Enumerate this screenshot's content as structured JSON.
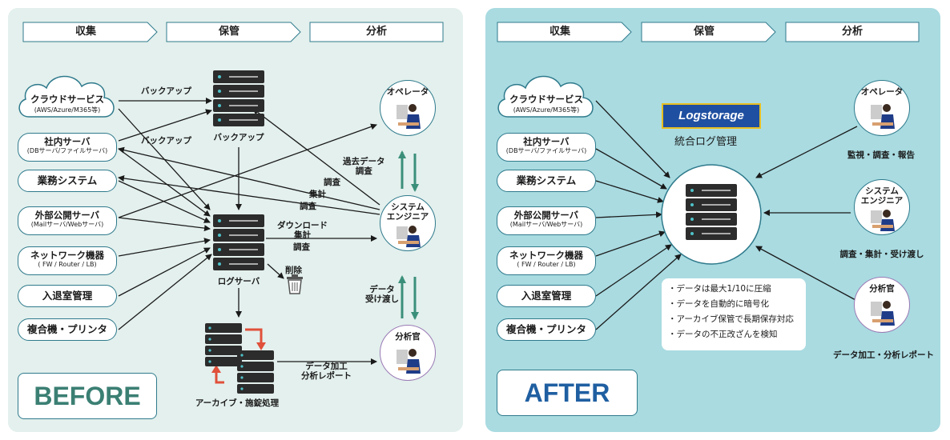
{
  "before": {
    "badge": "BEFORE",
    "steps": [
      "収集",
      "保管",
      "分析"
    ],
    "cloud": {
      "title": "クラウドサービス",
      "sub": "(AWS/Azure/M365等)"
    },
    "sources": [
      {
        "title": "社内サーバ",
        "sub": "(DBサーバ/ファイルサーバ)"
      },
      {
        "title": "業務システム",
        "sub": ""
      },
      {
        "title": "外部公開サーバ",
        "sub": "(Mailサーバ/Webサーバ)"
      },
      {
        "title": "ネットワーク機器",
        "sub": "( FW / Router / LB)"
      },
      {
        "title": "入退室管理",
        "sub": ""
      },
      {
        "title": "複合機・プリンタ",
        "sub": ""
      }
    ],
    "backup_server": "バックアップ",
    "log_server": "ログサーバ",
    "archive": "アーカイブ・施錠処理",
    "delete": "削除",
    "roles": [
      "オペレータ",
      "システム\nエンジニア",
      "分析官"
    ],
    "edge_labels": {
      "backup1": "バックアップ",
      "backup2": "バックアップ",
      "past_data": "過去データ\n調査",
      "survey1": "調査",
      "aggregate1": "集計",
      "survey2": "調査",
      "download": "ダウンロード\n集計",
      "survey3": "調査",
      "data_handover": "データ\n受け渡し",
      "data_process": "データ加工\n分析レポート"
    }
  },
  "after": {
    "badge": "AFTER",
    "steps": [
      "収集",
      "保管",
      "分析"
    ],
    "cloud": {
      "title": "クラウドサービス",
      "sub": "(AWS/Azure/M365等)"
    },
    "sources": [
      {
        "title": "社内サーバ",
        "sub": "(DBサーバ/ファイルサーバ)"
      },
      {
        "title": "業務システム",
        "sub": ""
      },
      {
        "title": "外部公開サーバ",
        "sub": "(Mailサーバ/Webサーバ)"
      },
      {
        "title": "ネットワーク機器",
        "sub": "( FW / Router / LB)"
      },
      {
        "title": "入退室管理",
        "sub": ""
      },
      {
        "title": "複合機・プリンタ",
        "sub": ""
      }
    ],
    "logo": "Logstorage",
    "center_title": "統合ログ管理",
    "roles": [
      {
        "name": "オペレータ",
        "caption": "監視・調査・報告"
      },
      {
        "name": "システム\nエンジニア",
        "caption": "調査・集計・受け渡し"
      },
      {
        "name": "分析官",
        "caption": "データ加工・分析レポート"
      }
    ],
    "features": [
      "・データは最大1/10に圧縮",
      "・データを自動的に暗号化",
      "・アーカイブ保管で長期保存対応",
      "・データの不正改ざんを検知"
    ]
  },
  "colors": {
    "before_bg": "#e3f0ed",
    "after_bg": "#a9dbe1",
    "before_badge": "#3b7f73",
    "after_badge": "#1f5fa1",
    "teal_arrow": "#3b8f7a",
    "red_arrow": "#e0503a"
  }
}
